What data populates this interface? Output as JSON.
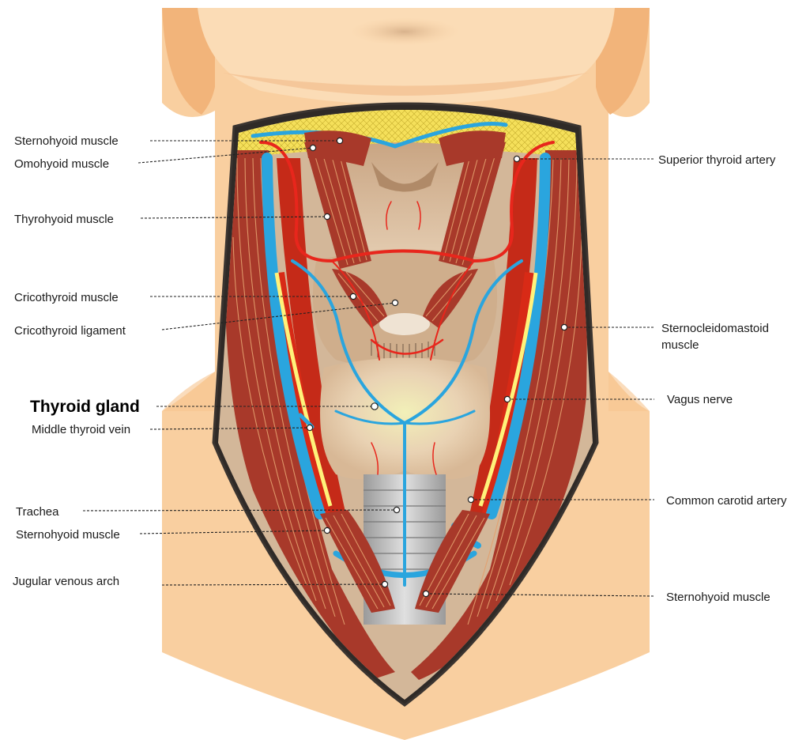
{
  "colors": {
    "skin": "#f9cfa0",
    "skin_shadow": "#f2b47a",
    "muscle": "#a8392a",
    "muscle_dark": "#7e2416",
    "vein": "#2aa5de",
    "artery": "#e8261c",
    "nerve": "#fff27a",
    "fat": "#f5e05a",
    "cartilage": "#d9bea1",
    "outline": "#333333"
  },
  "labels": {
    "left": {
      "sternohyoid_top": "Sternohyoid muscle",
      "omohyoid": "Omohyoid  muscle",
      "thyrohyoid": "Thyrohyoid muscle",
      "cricothyroid_muscle": "Cricothyroid muscle",
      "cricothyroid_ligament": "Cricothyroid ligament",
      "thyroid_gland": "Thyroid gland",
      "middle_thyroid_vein": "Middle thyroid vein",
      "trachea": "Trachea",
      "sternohyoid_mid": "Sternohyoid muscle",
      "jugular_venous_arch": "Jugular venous arch"
    },
    "right": {
      "superior_thyroid_artery": "Superior thyroid artery",
      "sternocleidomastoid_1": "Sternocleidomastoid",
      "sternocleidomastoid_2": "muscle",
      "vagus_nerve": "Vagus nerve",
      "common_carotid_artery": "Common carotid artery",
      "sternohyoid_bottom": "Sternohyoid muscle"
    }
  }
}
